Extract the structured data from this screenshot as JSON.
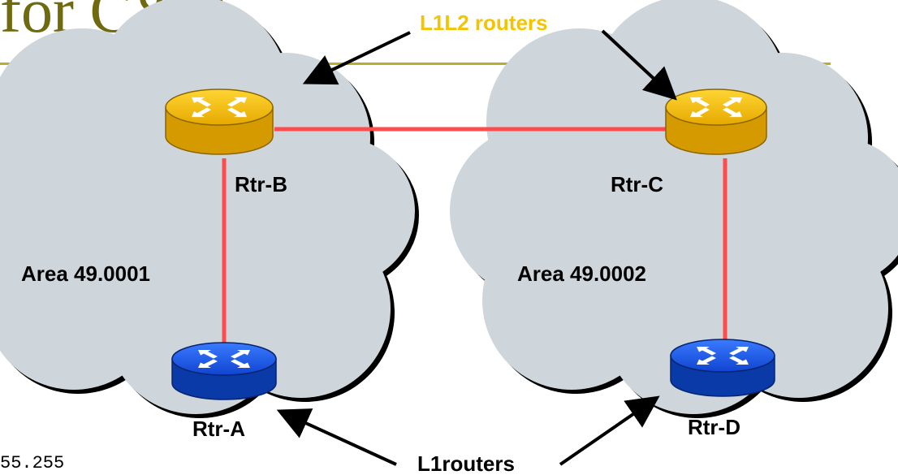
{
  "slide": {
    "title": "for C&D",
    "footer_code": "55.255"
  },
  "diagram": {
    "callout_l1l2": "L1L2 routers",
    "callout_l1": "L1routers",
    "areas": [
      {
        "id": "area-1",
        "label": "Area 49.0001"
      },
      {
        "id": "area-2",
        "label": "Area 49.0002"
      }
    ],
    "routers": [
      {
        "id": "rtr-a",
        "label": "Rtr-A",
        "level": "L1"
      },
      {
        "id": "rtr-b",
        "label": "Rtr-B",
        "level": "L1L2"
      },
      {
        "id": "rtr-c",
        "label": "Rtr-C",
        "level": "L1L2"
      },
      {
        "id": "rtr-d",
        "label": "Rtr-D",
        "level": "L1"
      }
    ],
    "links": [
      {
        "from": "rtr-b",
        "to": "rtr-c"
      },
      {
        "from": "rtr-b",
        "to": "rtr-a"
      },
      {
        "from": "rtr-c",
        "to": "rtr-d"
      }
    ]
  },
  "colors": {
    "title": "#6f6a10",
    "title_rule": "#b8ae2e",
    "callout_l1l2": "#f5c400",
    "link": "#ff4b4b",
    "cloud_fill": "#cfd6db",
    "router_l1l2": "#f2b800",
    "router_l1": "#1c5cf2"
  }
}
